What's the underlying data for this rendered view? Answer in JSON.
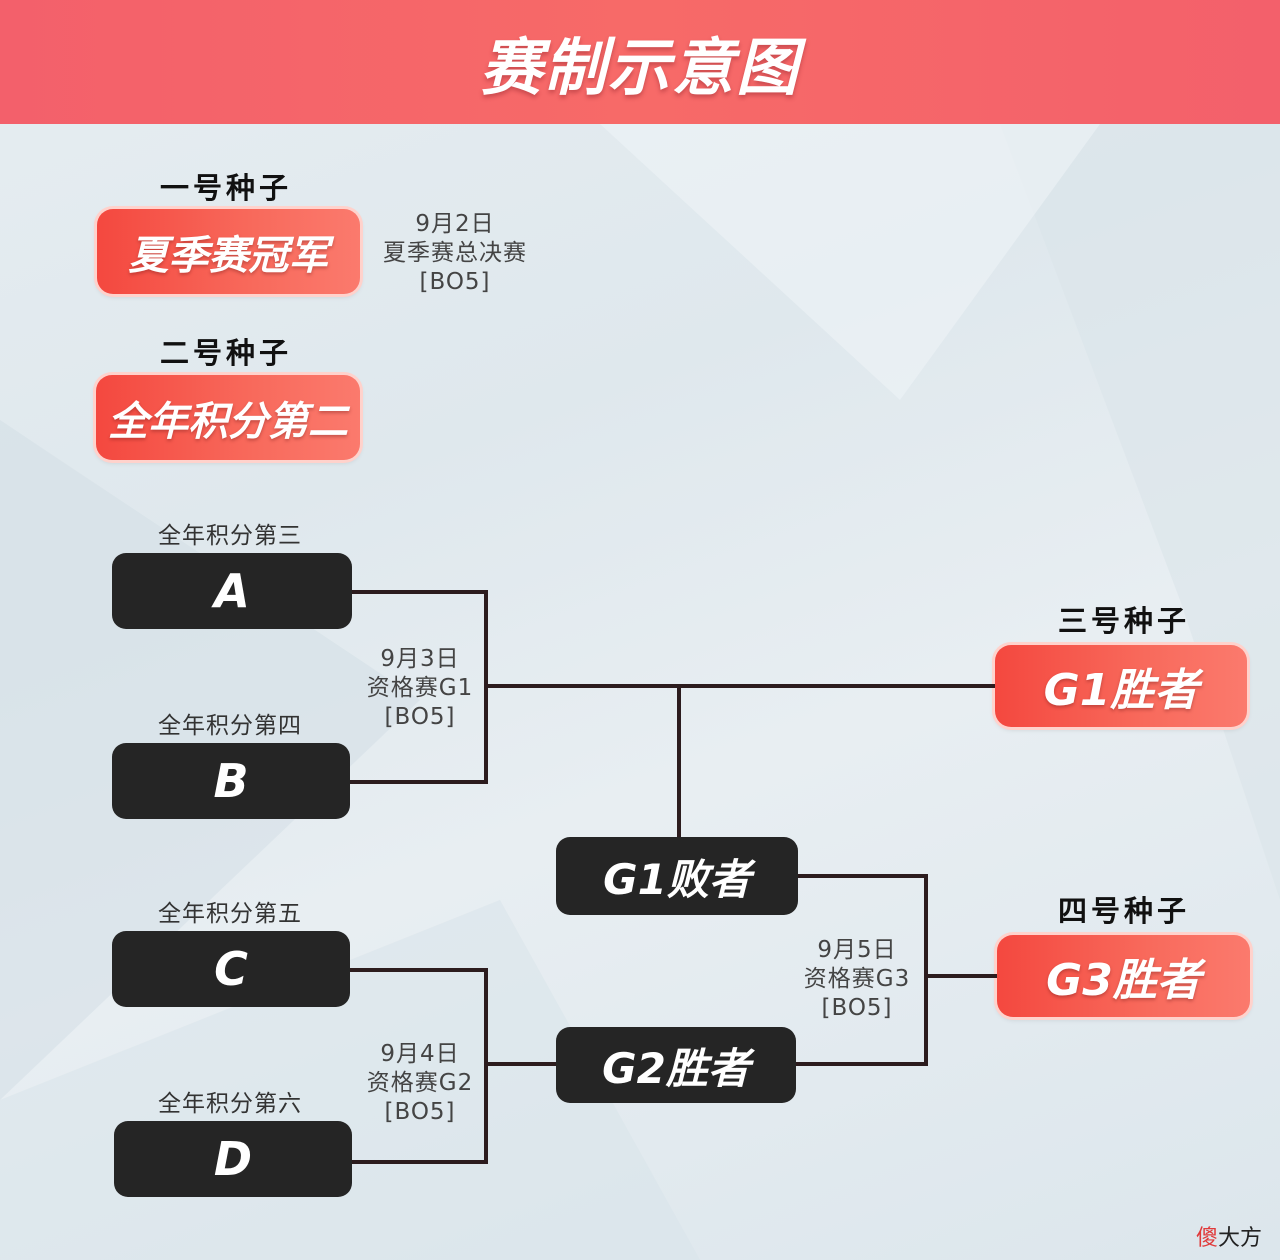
{
  "title": "赛制示意图",
  "seeds": {
    "seed1": {
      "label": "一号种子",
      "box": "夏季赛冠军"
    },
    "seed2": {
      "label": "二号种子",
      "box": "全年积分第二"
    },
    "seed3": {
      "label": "三号种子",
      "box": "G1胜者"
    },
    "seed4": {
      "label": "四号种子",
      "box": "G3胜者"
    }
  },
  "teams": [
    {
      "rank": "全年积分第三",
      "letter": "A"
    },
    {
      "rank": "全年积分第四",
      "letter": "B"
    },
    {
      "rank": "全年积分第五",
      "letter": "C"
    },
    {
      "rank": "全年积分第六",
      "letter": "D"
    }
  ],
  "intermediate": {
    "g1_loser": "G1败者",
    "g2_winner": "G2胜者"
  },
  "matches": {
    "final": {
      "date": "9月2日",
      "name": "夏季赛总决赛",
      "format": "[BO5]"
    },
    "g1": {
      "date": "9月3日",
      "name": "资格赛G1",
      "format": "[BO5]"
    },
    "g2": {
      "date": "9月4日",
      "name": "资格赛G2",
      "format": "[BO5]"
    },
    "g3": {
      "date": "9月5日",
      "name": "资格赛G3",
      "format": "[BO5]"
    }
  },
  "watermark": {
    "accent": "傻",
    "rest": "大方"
  },
  "colors": {
    "header": "#f3606b",
    "red_box": "#f4483f",
    "dark_box": "#252525",
    "line": "#2c1c1e"
  }
}
